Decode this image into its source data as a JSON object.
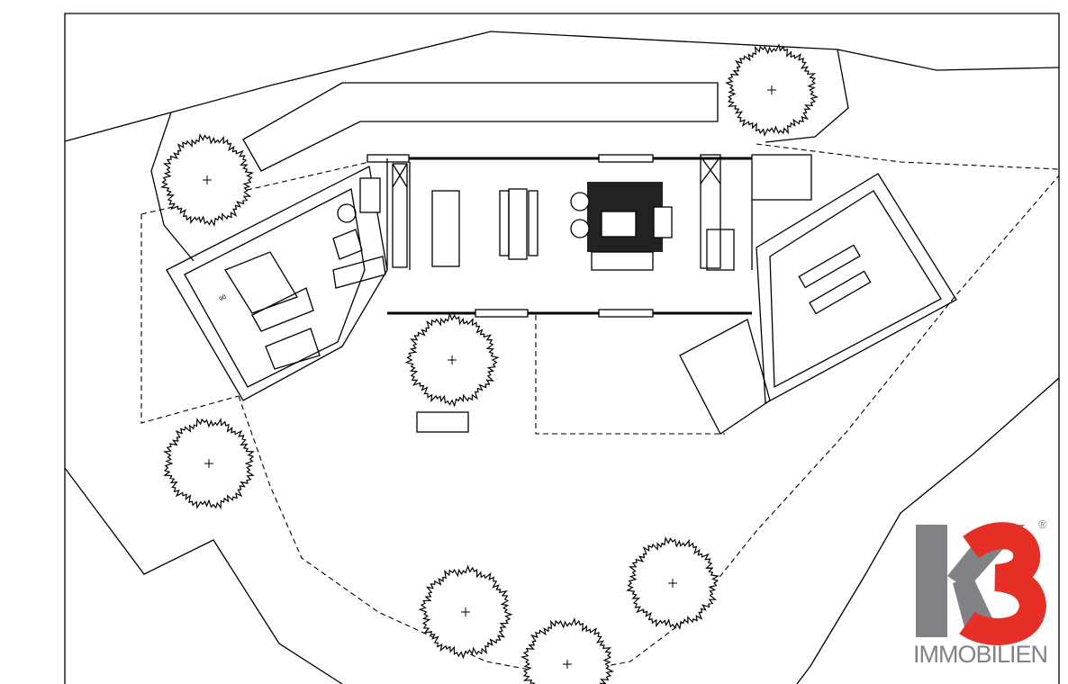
{
  "plan": {
    "dimension_label": "90"
  },
  "logo": {
    "k": "K",
    "three": "3",
    "registered": "®",
    "subtitle": "IMMOBILIEN",
    "colors": {
      "gray": "#808285",
      "red": "#e63027"
    }
  }
}
